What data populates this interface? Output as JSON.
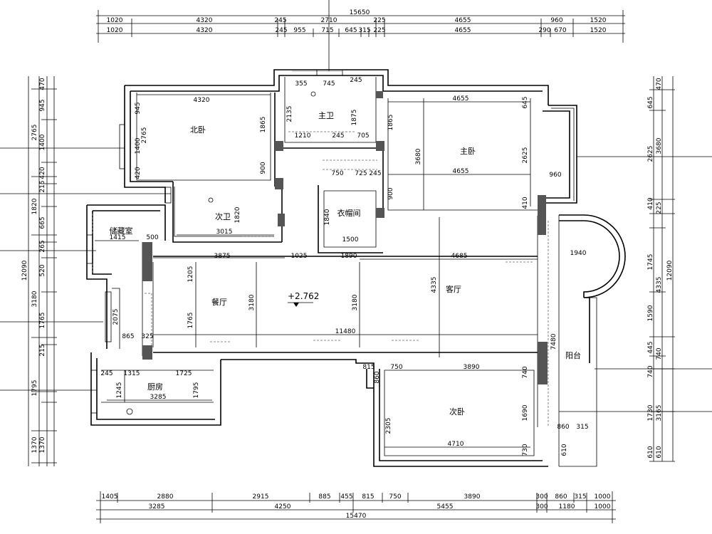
{
  "dims_top_outer": {
    "total": "15650"
  },
  "dims_top_1": [
    "1020",
    "4320",
    "245",
    "2710",
    "225",
    "4655",
    "960",
    "1520"
  ],
  "dims_top_2": [
    "1020",
    "4320",
    "245",
    "955",
    "715",
    "645",
    "315",
    "225",
    "4655",
    "290",
    "670",
    "1520"
  ],
  "dims_bottom_1": [
    "1405",
    "2880",
    "2915",
    "885",
    "455",
    "815",
    "750",
    "3890",
    "300",
    "860",
    "315",
    "1000"
  ],
  "dims_bottom_2": [
    "3285",
    "4250",
    "5455",
    "300",
    "1180",
    "1000"
  ],
  "dims_bottom_total": "15470",
  "dims_left_outer": [
    "2765",
    "1820",
    "3180",
    "1795",
    "1370"
  ],
  "dims_left_inner": [
    "470",
    "945",
    "1400",
    "420",
    "215",
    "665",
    "265",
    "520",
    "1765",
    "215",
    "1370"
  ],
  "dims_left_total": "12090",
  "dims_right_outer": [
    "470",
    "3680",
    "225",
    "4335",
    "740",
    "3165",
    "610"
  ],
  "dims_right_inner": [
    "645",
    "2625",
    "410",
    "1745",
    "1590",
    "445",
    "740",
    "1730",
    "610"
  ],
  "dims_right_total": "12090",
  "rooms": {
    "north_bedroom": "北卧",
    "master_bath": "主卫",
    "master_bedroom": "主卧",
    "second_bath": "次卫",
    "wardrobe": "衣帽间",
    "storage": "储藏室",
    "dining": "餐厅",
    "living": "客厅",
    "balcony": "阳台",
    "kitchen": "厨房",
    "second_bedroom": "次卧"
  },
  "interior_dims": {
    "north_w": "4320",
    "north_h": "2765",
    "north_win": "1400",
    "north_a": "945",
    "north_b": "420",
    "north_c": "1865",
    "mbath_a": "355",
    "mbath_b": "745",
    "mbath_c": "245",
    "mbath_h": "2135",
    "mbath_h2": "1875",
    "mbath_d": "1210",
    "mbath_e": "245",
    "mbath_f": "705",
    "master_w": "4655",
    "master_w2": "4655",
    "master_h": "3680",
    "master_h2": "2625",
    "master_a": "1865",
    "master_b": "645",
    "master_c": "960",
    "master_d": "410",
    "sbath_w": "3015",
    "sbath_h": "1820",
    "sbath_a": "900",
    "ward_w": "1500",
    "ward_h": "1840",
    "ward_a": "750",
    "ward_b": "725",
    "ward_c": "245",
    "ward_d": "900",
    "store_w": "1415",
    "store_a": "500",
    "dining_w": "3875",
    "dining_a": "1025",
    "dining_h": "3180",
    "dining_b": "1205",
    "dining_c": "1765",
    "dining_d": "2075",
    "dining_e": "865",
    "dining_f": "325",
    "living_w": "4685",
    "living_a": "1890",
    "living_h": "3180",
    "living_h2": "4335",
    "corridor": "11480",
    "balc_w": "1940",
    "balc_h": "7480",
    "balc_a": "860",
    "balc_b": "315",
    "balc_c": "610",
    "kitchen_a": "245",
    "kitchen_b": "1315",
    "kitchen_c": "1725",
    "kitchen_w": "3285",
    "kitchen_h": "1245",
    "kitchen_h2": "1795",
    "sbed_a": "815",
    "sbed_b": "750",
    "sbed_w": "3890",
    "sbed_w2": "4710",
    "sbed_h": "2305",
    "sbed_h2": "1690",
    "sbed_c": "740",
    "sbed_d": "730",
    "sbed_e": "860"
  },
  "elevation": "+2.762"
}
